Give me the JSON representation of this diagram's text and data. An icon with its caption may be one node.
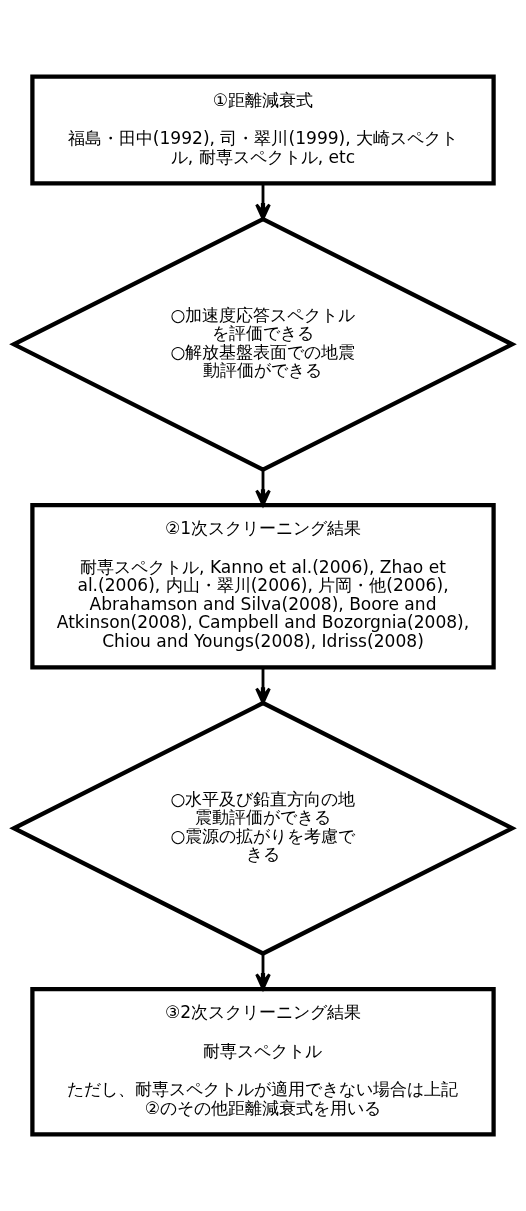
{
  "diagram": {
    "nodes": [
      {
        "text": [
          "①距離減衰式",
          "福島・田中(1992), 司・翠川(1999), 大崎スペクトル, 耐専スペクトル, etc"
        ]
      },
      {
        "text": [
          "○加速度応答スペクトルを評価できる",
          "○解放基盤表面での地震動評価ができる"
        ]
      },
      {
        "text": [
          "②1次スクリーニング結果",
          "耐専スペクトル, Kanno et al.(2006), Zhao et al.(2006), 内山・翠川(2006), 片岡・他(2006), Abrahamson and Silva(2008), Boore and Atkinson(2008), Campbell and Bozorgnia(2008), Chiou and Youngs(2008), Idriss(2008)"
        ]
      },
      {
        "text": [
          "○水平及び鉛直方向の地震動評価ができる",
          "○震源の拡がりを考慮できる"
        ]
      },
      {
        "text": [
          "③2次スクリーニング結果",
          "耐専スペクトル",
          "ただし、耐専スペクトルが適用できない場合は上記②のその他距離減衰式を用いる"
        ]
      }
    ],
    "edges": [
      {
        "from": 0,
        "to": 1,
        "arrow": "to"
      },
      {
        "from": 1,
        "to": 2,
        "arrow": "to"
      },
      {
        "from": 2,
        "to": 3,
        "arrow": "to"
      },
      {
        "from": 3,
        "to": 4,
        "arrow": "to"
      }
    ]
  }
}
